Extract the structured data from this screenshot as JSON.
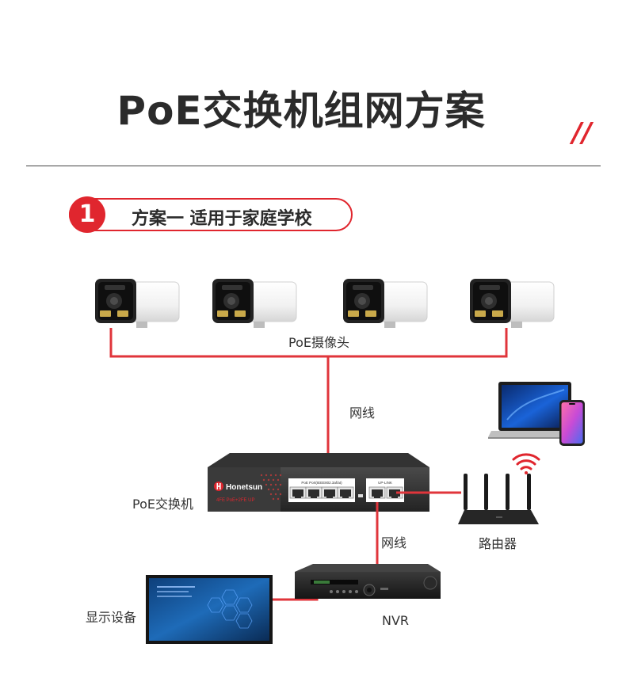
{
  "header": {
    "title": "PoE交换机组网方案",
    "decoration": "//"
  },
  "scheme": {
    "number": "1",
    "title": "方案一 适用于家庭学校"
  },
  "labels": {
    "cameras": "PoE摄像头",
    "cable_top": "网线",
    "switch": "PoE交换机",
    "router": "路由器",
    "cable_bottom": "网线",
    "display": "显示设备",
    "nvr": "NVR"
  },
  "switch": {
    "brand": "Honetsun",
    "model": "4FE PoE+2FE UP",
    "poe_ports_label": "PoE Port(IEEE802.3af/at)",
    "uplink_label": "UP-LINK"
  },
  "colors": {
    "accent": "#e0262e",
    "line": "#e0353b",
    "text": "#2b2b2b"
  }
}
